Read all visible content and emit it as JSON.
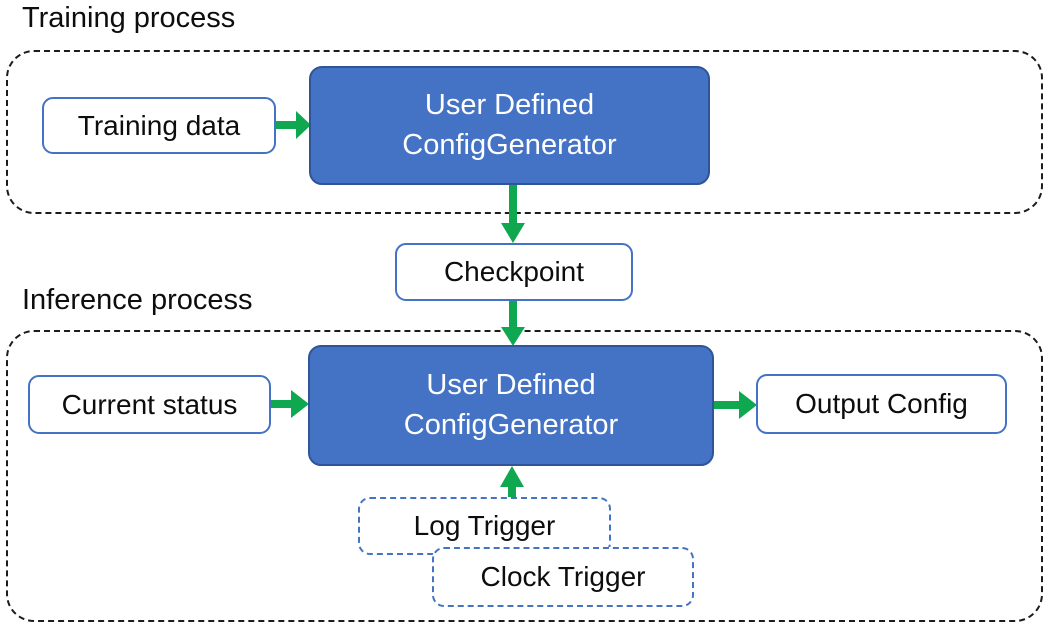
{
  "colors": {
    "node_fill": "#4472C4",
    "node_border": "#2F5597",
    "box_border": "#4472C4",
    "arrow_green": "#0FA750",
    "container_border": "#1C1C1C",
    "text_dark": "#0D0D0D",
    "text_light": "#FFFFFF"
  },
  "training": {
    "title": "Training process",
    "input_label": "Training data",
    "generator": {
      "line1": "User Defined",
      "line2": "ConfigGenerator"
    }
  },
  "checkpoint": {
    "label": "Checkpoint"
  },
  "inference": {
    "title": "Inference process",
    "input_label": "Current status",
    "generator": {
      "line1": "User Defined",
      "line2": "ConfigGenerator"
    },
    "output_label": "Output Config",
    "triggers": {
      "log": "Log Trigger",
      "clock": "Clock Trigger"
    }
  }
}
